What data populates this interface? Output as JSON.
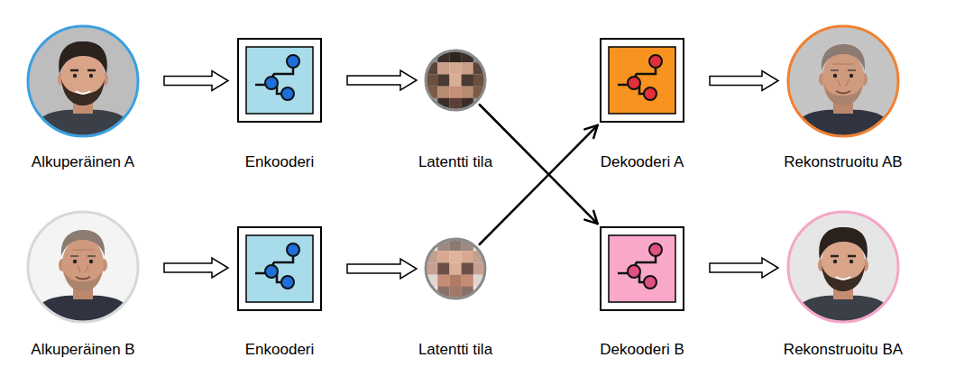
{
  "diagram": {
    "nodes": [
      {
        "text": [
          "Alkuperäinen A"
        ]
      },
      {
        "text": [
          "Enkooderi"
        ]
      },
      {
        "text": [
          "Latentti tila"
        ]
      },
      {
        "text": [
          "Dekooderi A"
        ]
      },
      {
        "text": [
          "Rekonstruoitu AB"
        ]
      },
      {
        "text": [
          "Alkuperäinen B"
        ]
      },
      {
        "text": [
          "Enkooderi"
        ]
      },
      {
        "text": [
          "Latentti tila"
        ]
      },
      {
        "text": [
          "Dekooderi B"
        ]
      },
      {
        "text": [
          "Rekonstruoitu BA"
        ]
      }
    ],
    "edges": [
      {
        "from": 0,
        "to": 1,
        "arrow": "to"
      },
      {
        "from": 1,
        "to": 2,
        "arrow": "to"
      },
      {
        "from": 3,
        "to": 4,
        "arrow": "to"
      },
      {
        "from": 5,
        "to": 6,
        "arrow": "to"
      },
      {
        "from": 6,
        "to": 7,
        "arrow": "to"
      },
      {
        "from": 8,
        "to": 9,
        "arrow": "to"
      },
      {
        "from": 2,
        "to": 8,
        "arrow": "to"
      },
      {
        "from": 7,
        "to": 3,
        "arrow": "to"
      }
    ]
  }
}
